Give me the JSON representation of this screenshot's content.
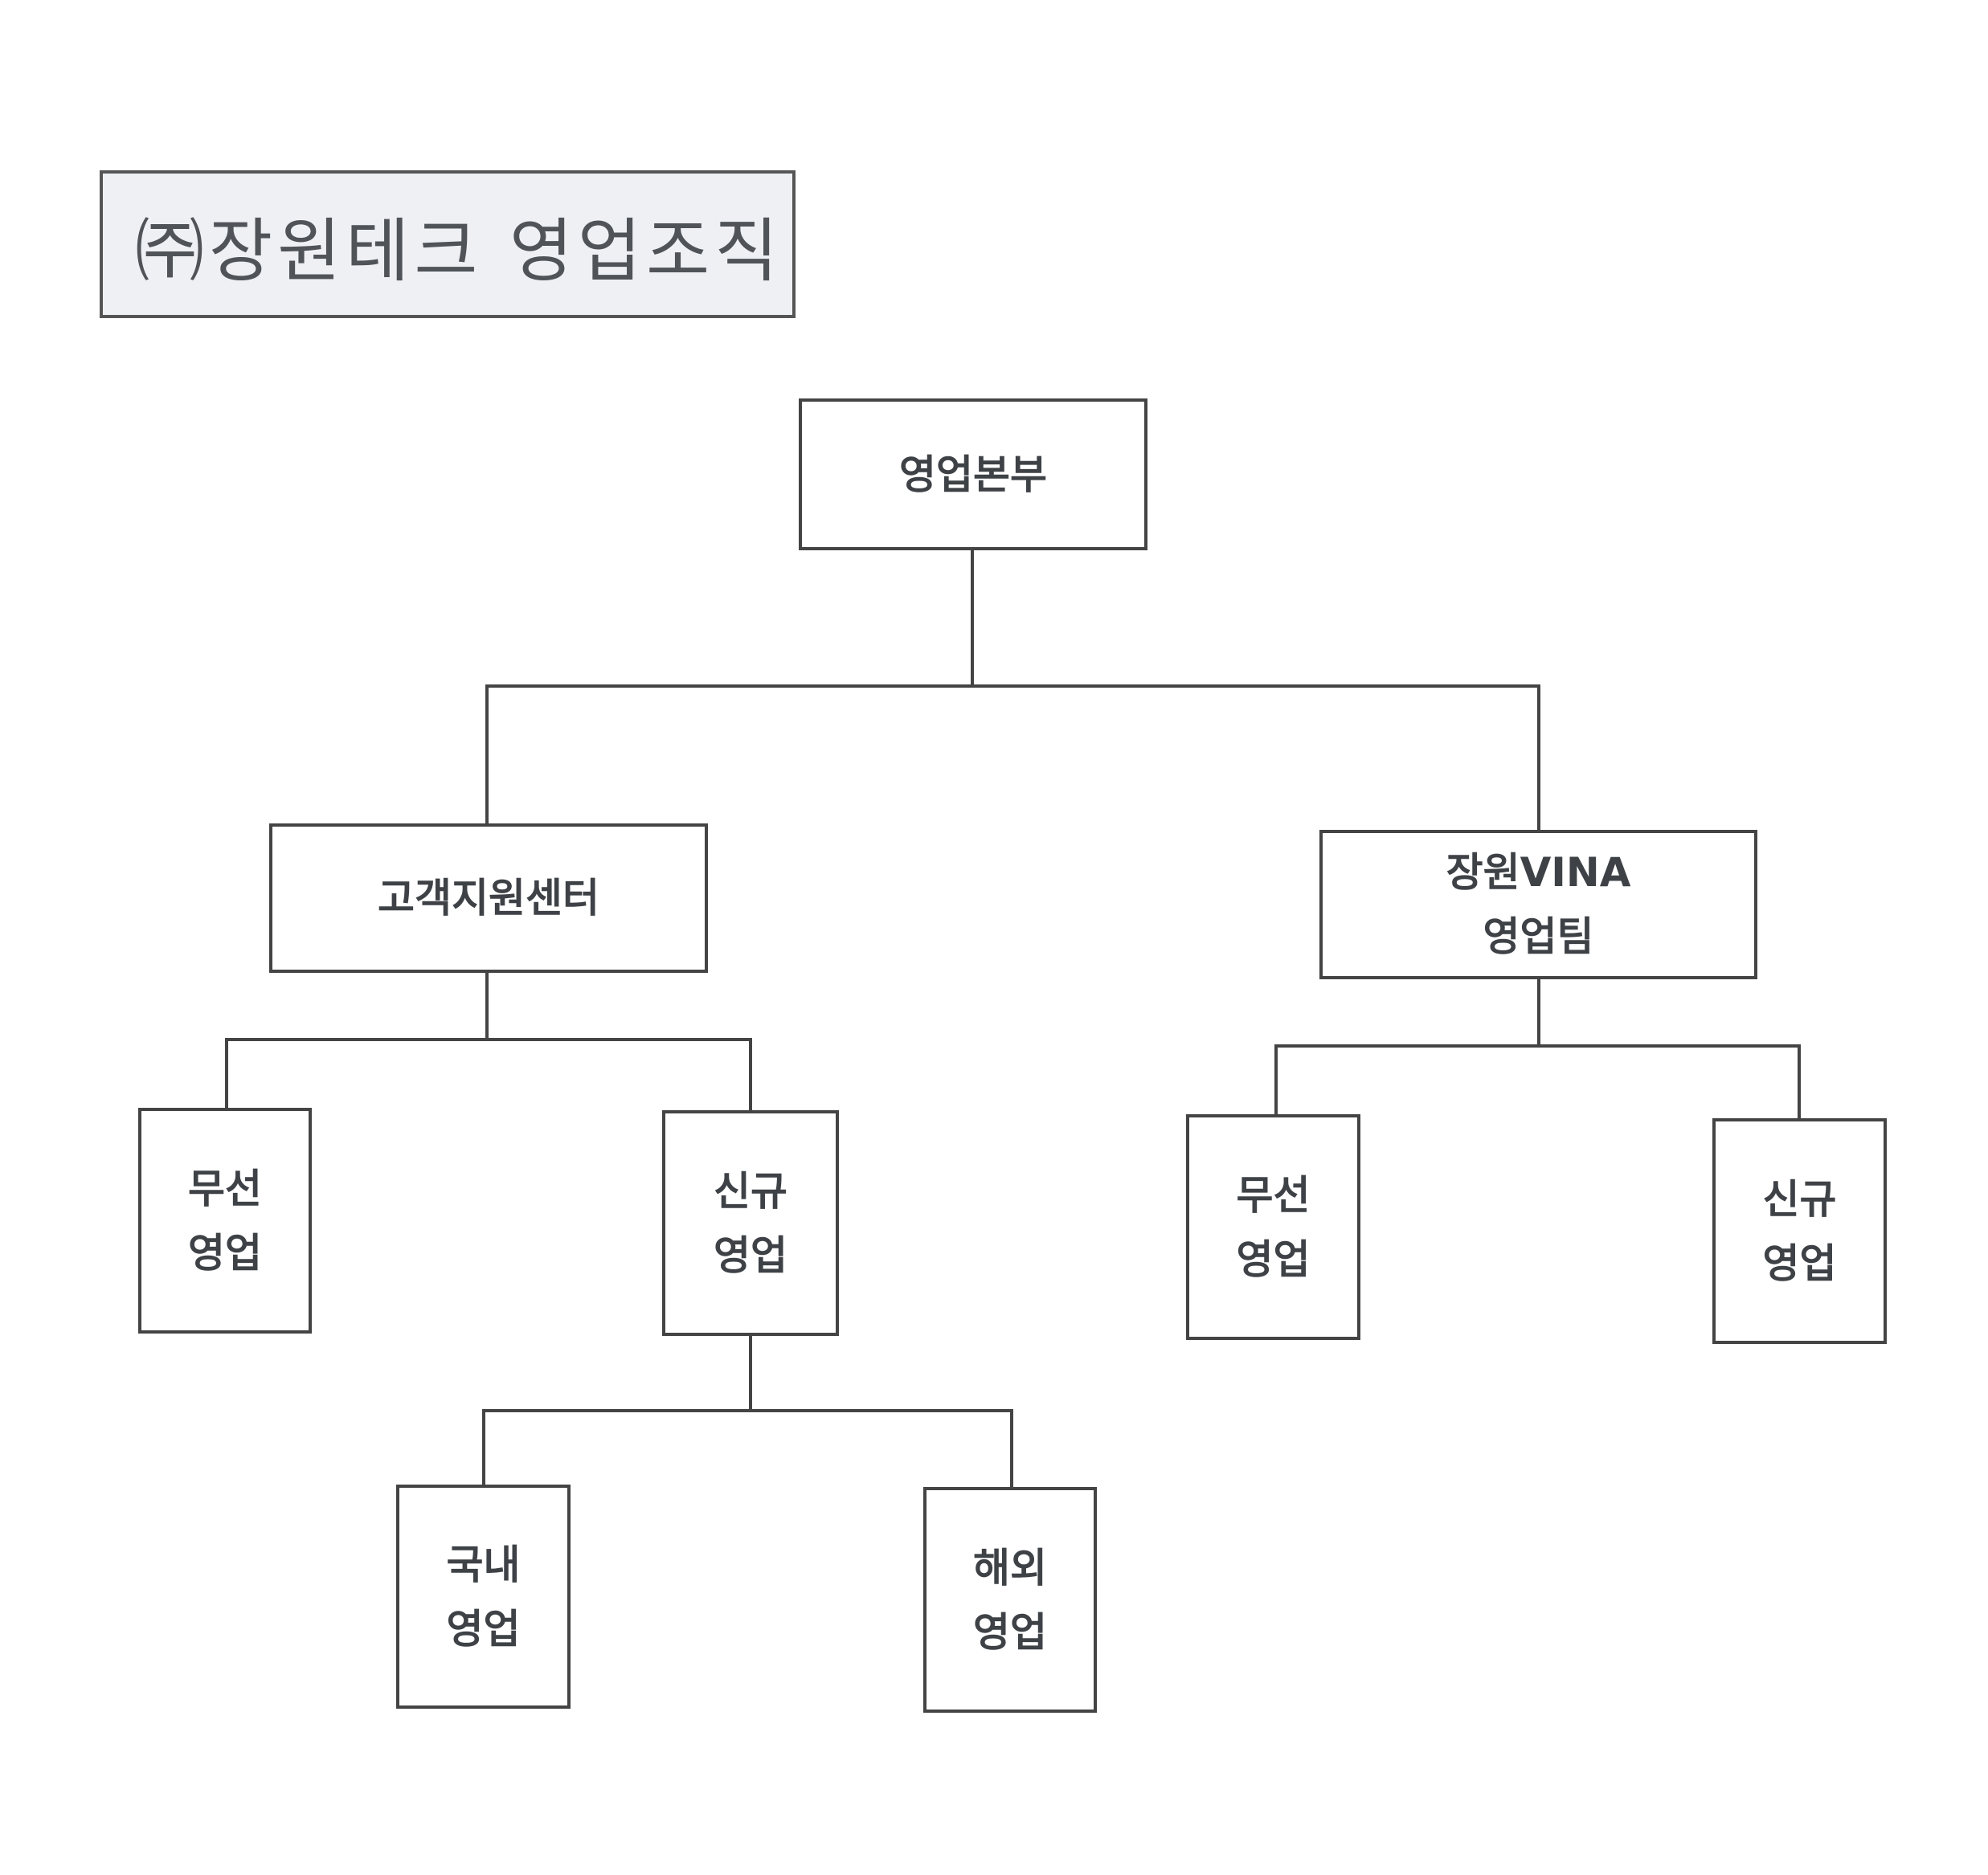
{
  "title": "㈜장원테크 영업조직",
  "root": {
    "label": "영업본부"
  },
  "left": {
    "label": "고객지원센터",
    "children": [
      {
        "line1": "무선",
        "line2": "영업"
      },
      {
        "line1": "신규",
        "line2": "영업"
      }
    ],
    "grandchildren": [
      {
        "line1": "국내",
        "line2": "영업"
      },
      {
        "line1": "해외",
        "line2": "영업"
      }
    ]
  },
  "right": {
    "line1": "장원VINA",
    "line2": "영업팀",
    "children": [
      {
        "line1": "무선",
        "line2": "영업"
      },
      {
        "line1": "신규",
        "line2": "영업"
      }
    ]
  }
}
